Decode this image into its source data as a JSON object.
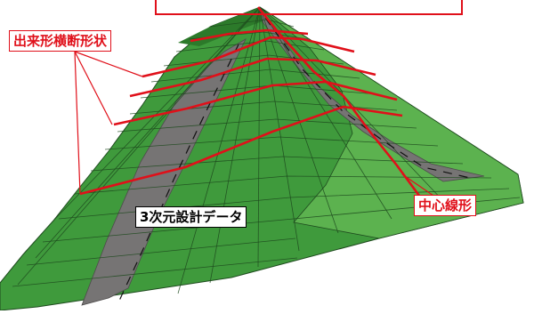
{
  "annotations": {
    "cross_section_label": "出来形横断形状",
    "centerline_label": "中心線形",
    "design_data_label": "3次元設計データ"
  },
  "colors": {
    "embankment_green": "#3f9a3c",
    "embankment_green_dark": "#2c7a2a",
    "embankment_green_light": "#5cb24f",
    "pavement_gray": "#767474",
    "annotation_red": "#e0101a",
    "mesh_line": "#1e4a1e"
  },
  "icons": []
}
